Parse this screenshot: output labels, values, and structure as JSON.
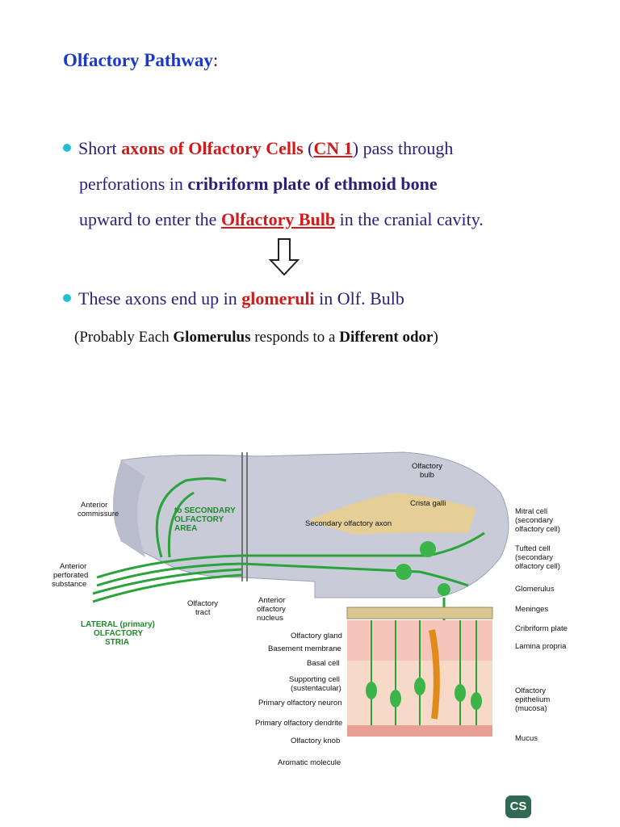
{
  "title": "Olfactory Pathway",
  "title_suffix": ":",
  "bullet1": {
    "t1": "Short ",
    "t2": "axons of Olfactory Cells",
    "t3": " (",
    "t4": "CN 1",
    "t5": ") pass through",
    "line2a": "perforations in ",
    "line2b": "cribriform plate of ethmoid bone",
    "line3a": "upward to enter the ",
    "line3b": "Olfactory Bulb",
    "line3c": " in the cranial cavity."
  },
  "bullet2": {
    "t1": "These axons end up in ",
    "t2": "glomeruli",
    "t3": " in Olf. Bulb"
  },
  "note": {
    "t1": "(Probably Each ",
    "t2": "Glomerulus",
    "t3": " responds to a ",
    "t4": "Different odor",
    "t5": ")"
  },
  "figure_labels": {
    "olfactory_bulb_1": "Olfactory",
    "olfactory_bulb_2": "bulb",
    "crista_galli": "Crista galli",
    "secondary_axon": "Secondary olfactory axon",
    "anterior_commissure_1": "Anterior",
    "anterior_commissure_2": "commissure",
    "to_secondary_1": "to SECONDARY",
    "to_secondary_2": "OLFACTORY",
    "to_secondary_3": "AREA",
    "anterior_perforated_1": "Anterior",
    "anterior_perforated_2": "perforated",
    "anterior_perforated_3": "substance",
    "lateral_stria_1": "LATERAL (primary)",
    "lateral_stria_2": "OLFACTORY",
    "lateral_stria_3": "STRIA",
    "olfactory_tract_1": "Olfactory",
    "olfactory_tract_2": "tract",
    "anterior_nucleus_1": "Anterior",
    "anterior_nucleus_2": "olfactory",
    "anterior_nucleus_3": "nucleus",
    "mitral_1": "Mitral cell",
    "mitral_2": "(secondary",
    "mitral_3": "olfactory cell)",
    "tufted_1": "Tufted cell",
    "tufted_2": "(secondary",
    "tufted_3": "olfactory cell)",
    "glomerulus": "Glomerulus",
    "meninges": "Meninges",
    "cribriform_plate": "Cribriform plate",
    "lamina_propria": "Lamina propria",
    "olfactory_epithelium_1": "Olfactory",
    "olfactory_epithelium_2": "epithelium",
    "olfactory_epithelium_3": "(mucosa)",
    "mucus": "Mucus",
    "olfactory_gland": "Olfactory gland",
    "basement_membrane": "Basement membrane",
    "basal_cell": "Basal cell",
    "supporting_cell_1": "Supporting cell",
    "supporting_cell_2": "(sustentacular)",
    "primary_neuron": "Primary olfactory neuron",
    "primary_dendrite": "Primary olfactory dendrite",
    "olfactory_knob": "Olfactory knob",
    "aromatic_molecule": "Aromatic molecule"
  },
  "logo_text": "CS",
  "colors": {
    "title": "#1a39c8",
    "body_text": "#2a1f7a",
    "highlight_red": "#d41919",
    "bullet_dot": "#1fc0d6",
    "nerve_green": "#2aa43a"
  }
}
